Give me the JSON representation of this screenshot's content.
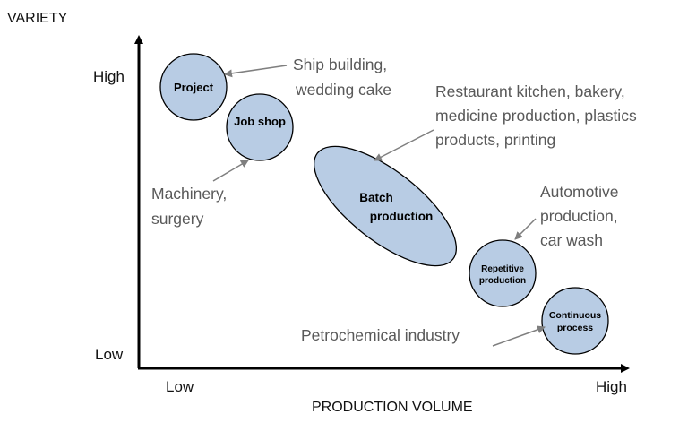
{
  "axes": {
    "y_title": "VARIETY",
    "x_title": "PRODUCTION VOLUME",
    "y_high": "High",
    "y_low": "Low",
    "x_low": "Low",
    "x_high": "High"
  },
  "processes": {
    "project": "Project",
    "job_shop": "Job shop",
    "batch_line1": "Batch",
    "batch_line2": "production",
    "repetitive_line1": "Repetitive",
    "repetitive_line2": "production",
    "continuous_line1": "Continuous",
    "continuous_line2": "process"
  },
  "examples": {
    "project_line1": "Ship building,",
    "project_line2": "wedding cake",
    "batch_line1": "Restaurant kitchen, bakery,",
    "batch_line2": "medicine production, plastics",
    "batch_line3": "products, printing",
    "job_shop_line1": "Machinery,",
    "job_shop_line2": "surgery",
    "repetitive_line1": "Automotive",
    "repetitive_line2": "production,",
    "repetitive_line3": "car wash",
    "continuous": "Petrochemical industry"
  },
  "colors": {
    "shape_fill": "#b8cce4",
    "note_text": "#595959",
    "arrow": "#7f7f7f"
  }
}
